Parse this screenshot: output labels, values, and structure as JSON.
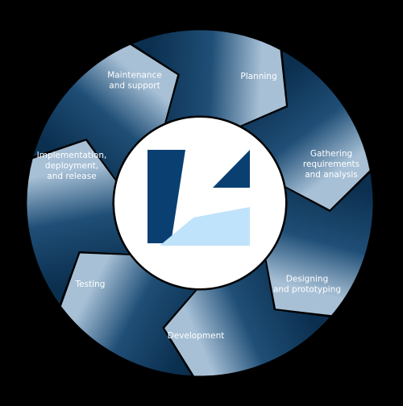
{
  "diagram": {
    "type": "cycle",
    "segments": [
      {
        "id": "planning",
        "lines": [
          "Planning"
        ]
      },
      {
        "id": "gathering",
        "lines": [
          "Gathering",
          "requirements",
          "and analysis"
        ]
      },
      {
        "id": "designing",
        "lines": [
          "Designing",
          "and prototyping"
        ]
      },
      {
        "id": "development",
        "lines": [
          "Development"
        ]
      },
      {
        "id": "testing",
        "lines": [
          "Testing"
        ]
      },
      {
        "id": "implementation",
        "lines": [
          "Implementation,",
          "deployment,",
          "and release"
        ]
      },
      {
        "id": "maintenance",
        "lines": [
          "Maintenance",
          "and support"
        ]
      }
    ]
  },
  "colors": {
    "background": "#000000",
    "ring_dark": "#0b2f4f",
    "ring_mid": "#1f4e76",
    "ring_light": "#a7c0d6",
    "text": "#ffffff",
    "logo_dark": "#0a3f72",
    "logo_light": "#bfe3fb",
    "center": "#ffffff"
  },
  "logo": {
    "name": "logo-mark"
  }
}
